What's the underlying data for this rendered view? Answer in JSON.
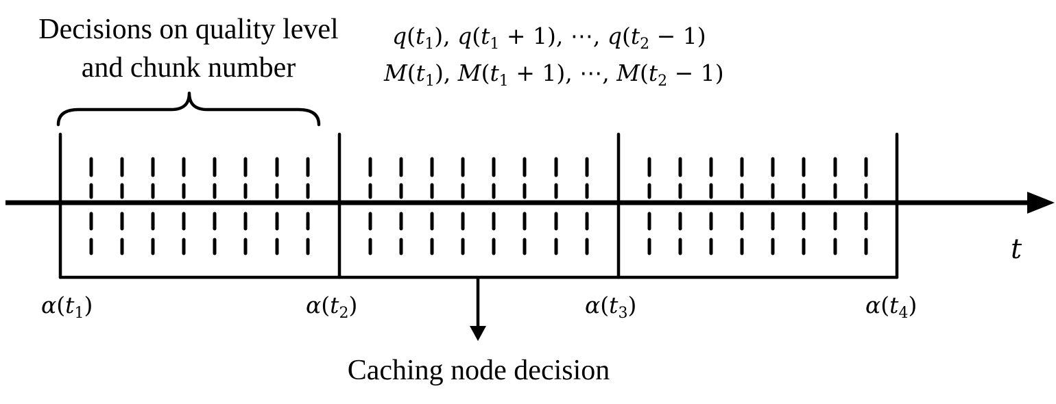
{
  "diagram": {
    "top_label": {
      "line1": "Decisions on quality level",
      "line2": "and chunk number"
    },
    "q_sequence": {
      "fn": "q",
      "t1": "t",
      "t1_sub": "1",
      "plus_one": " + 1",
      "ellipsis": "⋯",
      "t2": "t",
      "t2_sub": "2",
      "minus_one": " − 1"
    },
    "m_sequence": {
      "fn": "M",
      "t1": "t",
      "t1_sub": "1",
      "plus_one": " + 1",
      "ellipsis": "⋯",
      "t2": "t",
      "t2_sub": "2",
      "minus_one": " − 1"
    },
    "axis_label": "t",
    "boundaries": [
      {
        "fn": "α",
        "var": "t",
        "sub": "1"
      },
      {
        "fn": "α",
        "var": "t",
        "sub": "2"
      },
      {
        "fn": "α",
        "var": "t",
        "sub": "3"
      },
      {
        "fn": "α",
        "var": "t",
        "sub": "4"
      }
    ],
    "bottom_label": "Caching node decision",
    "dashed_lines_per_segment": 8,
    "colors": {
      "stroke": "#000000",
      "background": "#ffffff"
    }
  }
}
